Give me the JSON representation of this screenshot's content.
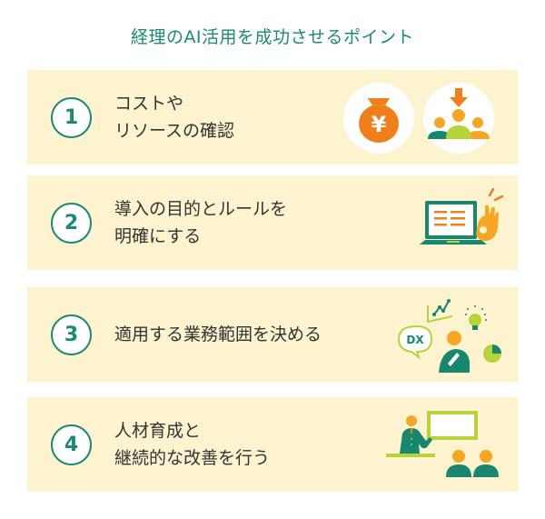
{
  "title": "経理のAI活用を成功させるポイント",
  "colors": {
    "title": "#1a8a72",
    "card_bg": "#fdf3cf",
    "number_ring": "#1a8a72",
    "text": "#333333",
    "orange": "#f07f1a",
    "yellow_orange": "#f6a623",
    "teal": "#17876f",
    "lime": "#b7d33a"
  },
  "points": [
    {
      "number": "1",
      "label": "コストや\nリソースの確認",
      "icons": [
        "yen-money-bag-icon",
        "people-resource-icon"
      ]
    },
    {
      "number": "2",
      "label": "導入の目的とルールを\n明確にする",
      "icons": [
        "laptop-ok-hand-icon"
      ]
    },
    {
      "number": "3",
      "label": "適用する業務範囲を決める",
      "icons": [
        "dx-analysis-person-icon"
      ],
      "dx_text": "DX"
    },
    {
      "number": "4",
      "label": "人材育成と\n継続的な改善を行う",
      "icons": [
        "training-presentation-icon"
      ]
    }
  ],
  "yen_symbol": "¥"
}
